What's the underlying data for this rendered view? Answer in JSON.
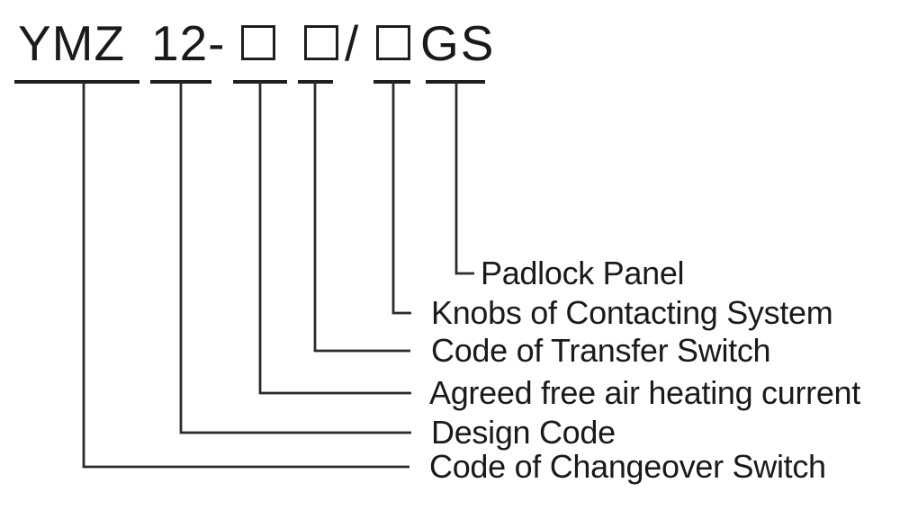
{
  "title": {
    "series": "YMZ",
    "design": "12-",
    "slash": "/",
    "suffix": "GS"
  },
  "placeholder_boxes": {
    "count": 3,
    "meaning": "placeholder-box"
  },
  "legend": {
    "items": [
      {
        "label": "Padlock Panel"
      },
      {
        "label": "Knobs of Contacting System"
      },
      {
        "label": "Code of Transfer Switch"
      },
      {
        "label": "Agreed free air heating current"
      },
      {
        "label": "Design Code"
      },
      {
        "label": "Code of Changeover Switch"
      }
    ]
  },
  "colors": {
    "ink": "#1a1a1a",
    "line": "#2b2b2b",
    "background": "#ffffff"
  }
}
